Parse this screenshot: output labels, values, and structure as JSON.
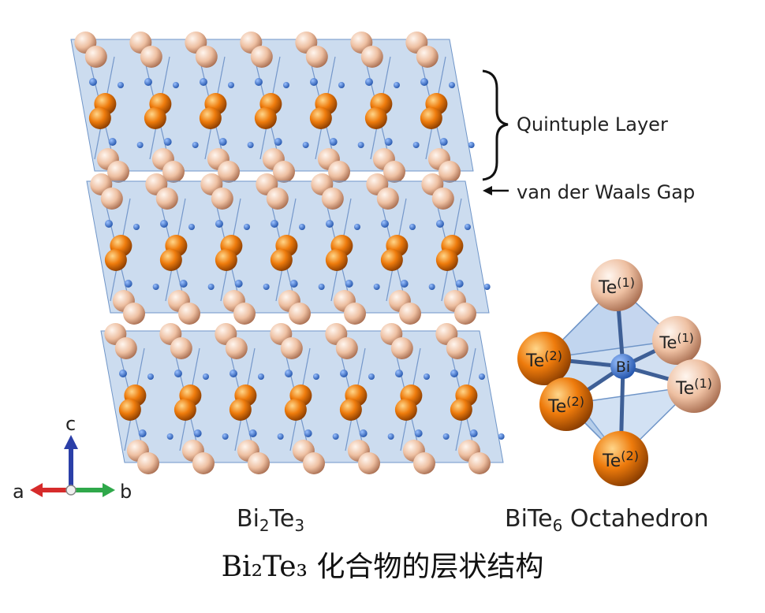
{
  "labels": {
    "quintuple_layer": "Quintuple Layer",
    "vdw_gap": "van der Waals Gap",
    "crystal_formula": {
      "el1": "Bi",
      "sub1": "2",
      "el2": "Te",
      "sub2": "3"
    },
    "octahedron_title": {
      "el1": "BiTe",
      "sub1": "6",
      "rest": " Octahedron"
    }
  },
  "axes": {
    "a": "a",
    "b": "b",
    "c": "c"
  },
  "octahedron": {
    "center": "Bi",
    "te1": {
      "base": "Te",
      "sup": "(1)"
    },
    "te2": {
      "base": "Te",
      "sup": "(2)"
    }
  },
  "caption": "Bi₂Te₃ 化合物的层状结构",
  "colors": {
    "te_outer": "#f2c4a8",
    "te_inner": "#ee7b0c",
    "bi": "#2e66c2",
    "polyhedra": "#7aa3d6",
    "axis_a": "#d62b2b",
    "axis_b": "#2fa84a",
    "axis_c": "#2b3fa8"
  }
}
